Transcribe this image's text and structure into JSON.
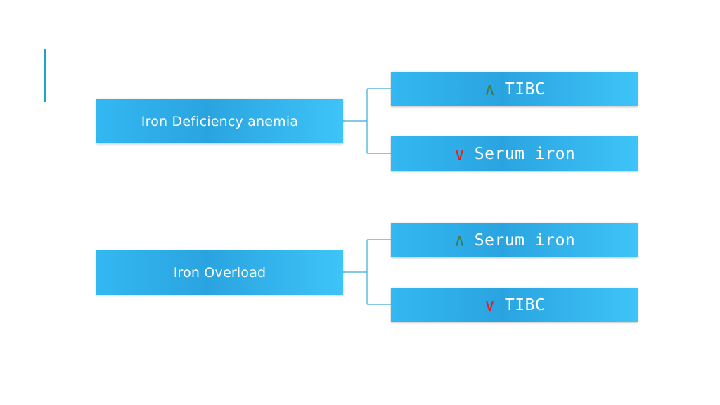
{
  "diagram": {
    "groups": [
      {
        "label": "Iron Deficiency anemia",
        "children": [
          {
            "arrow": "∧",
            "direction": "up",
            "text": "TIBC"
          },
          {
            "arrow": "∨",
            "direction": "down",
            "text": "Serum iron"
          }
        ]
      },
      {
        "label": "Iron Overload",
        "children": [
          {
            "arrow": "∧",
            "direction": "up",
            "text": "Serum iron"
          },
          {
            "arrow": "∨",
            "direction": "down",
            "text": "TIBC"
          }
        ]
      }
    ],
    "colors": {
      "box": "#2aa4e0",
      "accent_bar": "#1fa3c9",
      "connector": "#3aa9d6",
      "arrow_up": "#3e7d4e",
      "arrow_down": "#e0202a"
    }
  }
}
